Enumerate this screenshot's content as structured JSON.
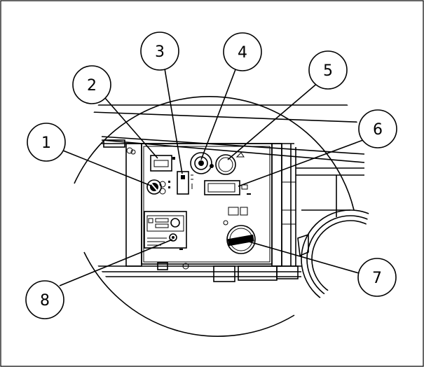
{
  "diagram": {
    "callouts": [
      {
        "id": 1,
        "label": "1"
      },
      {
        "id": 2,
        "label": "2"
      },
      {
        "id": 3,
        "label": "3"
      },
      {
        "id": 4,
        "label": "4"
      },
      {
        "id": 5,
        "label": "5"
      },
      {
        "id": 6,
        "label": "6"
      },
      {
        "id": 7,
        "label": "7"
      },
      {
        "id": 8,
        "label": "8"
      }
    ]
  },
  "colors": {
    "line": "#000000",
    "background": "#ffffff"
  }
}
